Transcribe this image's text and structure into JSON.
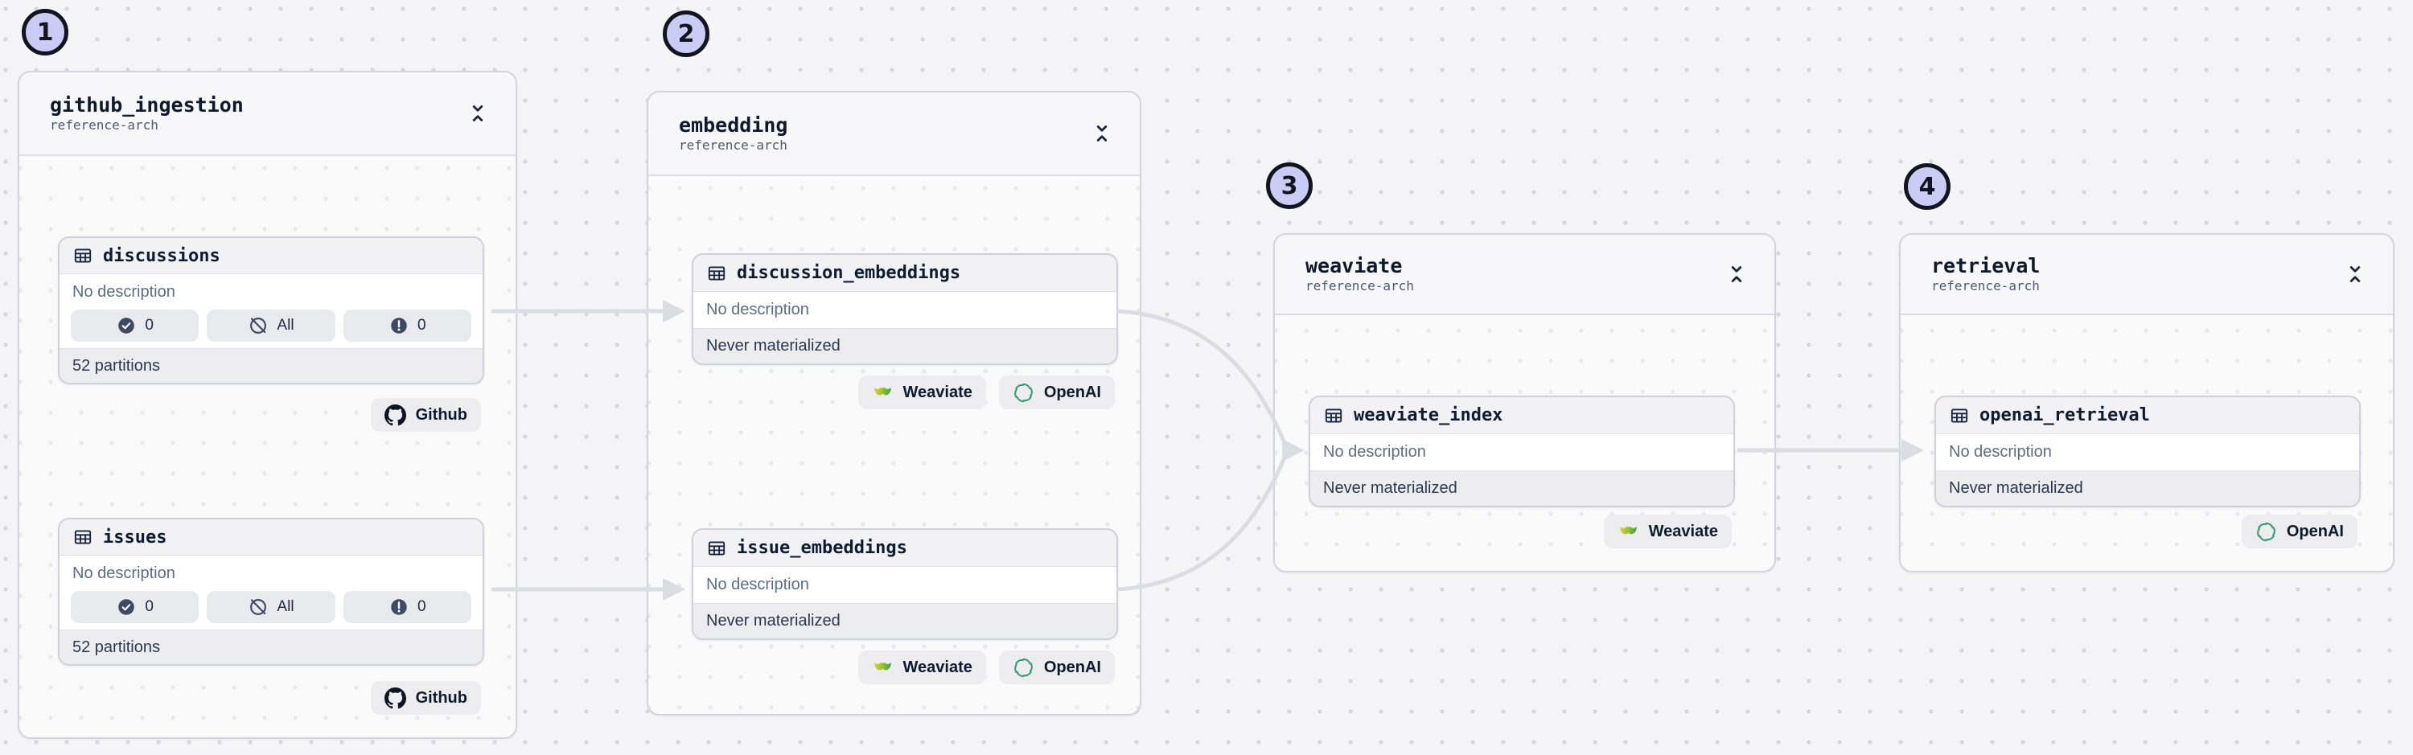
{
  "diagram": {
    "groups": [
      {
        "step": "1",
        "title": "github_ingestion",
        "subtitle": "reference-arch",
        "assets": [
          {
            "name": "discussions",
            "description": "No description",
            "badges": [
              {
                "icon": "check-circle-icon",
                "label": "0"
              },
              {
                "icon": "slash-circle-icon",
                "label": "All"
              },
              {
                "icon": "alert-circle-icon",
                "label": "0"
              }
            ],
            "footer": "52 partitions",
            "tags": [
              {
                "icon": "github-icon",
                "label": "Github"
              }
            ]
          },
          {
            "name": "issues",
            "description": "No description",
            "badges": [
              {
                "icon": "check-circle-icon",
                "label": "0"
              },
              {
                "icon": "slash-circle-icon",
                "label": "All"
              },
              {
                "icon": "alert-circle-icon",
                "label": "0"
              }
            ],
            "footer": "52 partitions",
            "tags": [
              {
                "icon": "github-icon",
                "label": "Github"
              }
            ]
          }
        ]
      },
      {
        "step": "2",
        "title": "embedding",
        "subtitle": "reference-arch",
        "assets": [
          {
            "name": "discussion_embeddings",
            "description": "No description",
            "footer": "Never materialized",
            "tags": [
              {
                "icon": "weaviate-icon",
                "label": "Weaviate"
              },
              {
                "icon": "openai-icon",
                "label": "OpenAI"
              }
            ]
          },
          {
            "name": "issue_embeddings",
            "description": "No description",
            "footer": "Never materialized",
            "tags": [
              {
                "icon": "weaviate-icon",
                "label": "Weaviate"
              },
              {
                "icon": "openai-icon",
                "label": "OpenAI"
              }
            ]
          }
        ]
      },
      {
        "step": "3",
        "title": "weaviate",
        "subtitle": "reference-arch",
        "assets": [
          {
            "name": "weaviate_index",
            "description": "No description",
            "footer": "Never materialized",
            "tags": [
              {
                "icon": "weaviate-icon",
                "label": "Weaviate"
              }
            ]
          }
        ]
      },
      {
        "step": "4",
        "title": "retrieval",
        "subtitle": "reference-arch",
        "assets": [
          {
            "name": "openai_retrieval",
            "description": "No description",
            "footer": "Never materialized",
            "tags": [
              {
                "icon": "openai-icon",
                "label": "OpenAI"
              }
            ]
          }
        ]
      }
    ],
    "edges": [
      {
        "from": "discussions",
        "to": "discussion_embeddings"
      },
      {
        "from": "issues",
        "to": "issue_embeddings"
      },
      {
        "from": "discussion_embeddings",
        "to": "weaviate_index"
      },
      {
        "from": "issue_embeddings",
        "to": "weaviate_index"
      },
      {
        "from": "weaviate_index",
        "to": "openai_retrieval"
      }
    ],
    "colors": {
      "step_circle_fill": "#c9cdf5",
      "edge": "#dcdde2",
      "github_dark": "#0d1424",
      "weaviate_yellow": "#d9d22f",
      "weaviate_green": "#3fa044",
      "openai_green": "#3a9c72"
    }
  }
}
